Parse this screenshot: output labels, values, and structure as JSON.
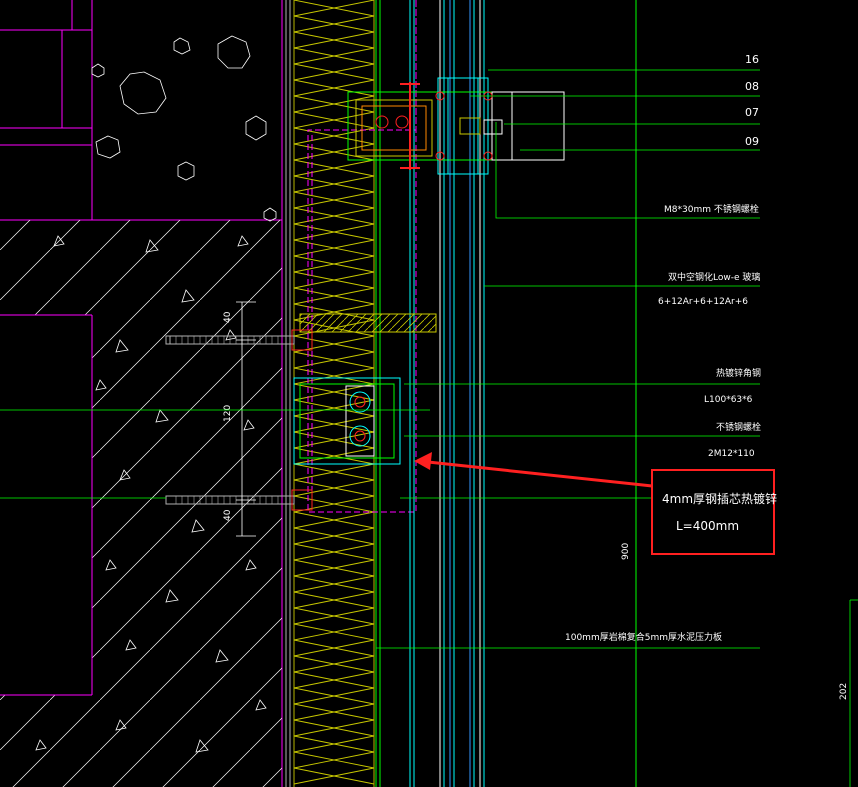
{
  "labels": {
    "num16": "16",
    "num08": "08",
    "num07": "07",
    "num09": "09",
    "bolt_m8": "M8*30mm   不锈钢螺栓",
    "glass_title": "双中空钢化Low-e  玻璃",
    "glass_spec": "6+12Ar+6+12Ar+6",
    "angle_title": "热镀锌角钢",
    "angle_spec": "L100*63*6",
    "ss_bolt_title": "不锈钢螺栓",
    "ss_bolt_spec": "2M12*110",
    "insulation": "100mm厚岩棉复合5mm厚水泥压力板",
    "side_900": "900",
    "side_202": "202"
  },
  "callout": {
    "line1": "4mm厚钢插芯热镀锌",
    "line2": "L=400mm"
  },
  "dimensions": {
    "d40_top": "40",
    "d120": "120",
    "d40_bottom": "40"
  },
  "colors": {
    "green": "#00ff00",
    "magenta": "#ff00ff",
    "cyan": "#00ffff",
    "yellow": "#c8c800",
    "red": "#ff2020",
    "white": "#ffffff",
    "gray": "#b0b0b0"
  }
}
